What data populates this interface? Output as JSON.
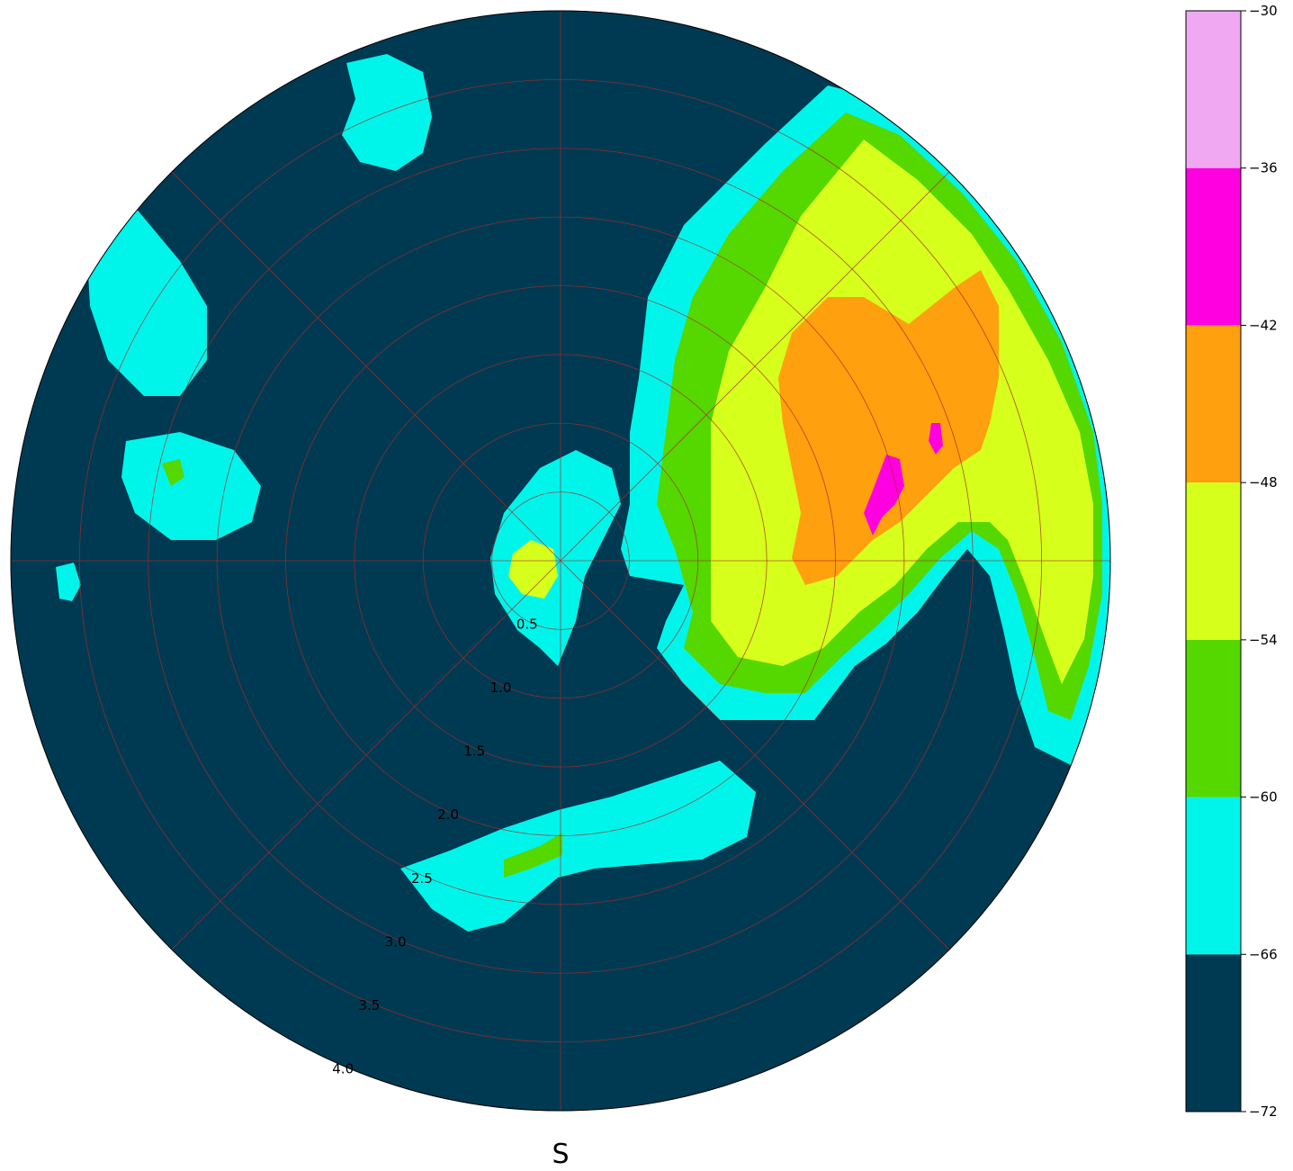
{
  "chart_data": {
    "type": "heatmap",
    "projection": "polar",
    "direction_label": "S",
    "radial_ticks": [
      "0.5",
      "1.0",
      "1.5",
      "2.0",
      "2.5",
      "3.0",
      "3.5",
      "4.0"
    ],
    "radial_range": [
      0,
      4.0
    ],
    "grid": true,
    "grid_color": "#a52a2a",
    "background_color": "#003a52",
    "colorbar": {
      "position": "right",
      "ticks": [
        "−30",
        "−36",
        "−42",
        "−48",
        "−54",
        "−60",
        "−66",
        "−72"
      ],
      "range": [
        -72,
        -30
      ],
      "bins": [
        {
          "min": -72,
          "max": -66,
          "color": "#003a52"
        },
        {
          "min": -66,
          "max": -60,
          "color": "#00f5ea"
        },
        {
          "min": -60,
          "max": -54,
          "color": "#55d700"
        },
        {
          "min": -54,
          "max": -48,
          "color": "#d6ff1c"
        },
        {
          "min": -48,
          "max": -42,
          "color": "#ffa00e"
        },
        {
          "min": -42,
          "max": -36,
          "color": "#ff00e0"
        },
        {
          "min": -36,
          "max": -30,
          "color": "#f0a8f2"
        }
      ]
    }
  }
}
